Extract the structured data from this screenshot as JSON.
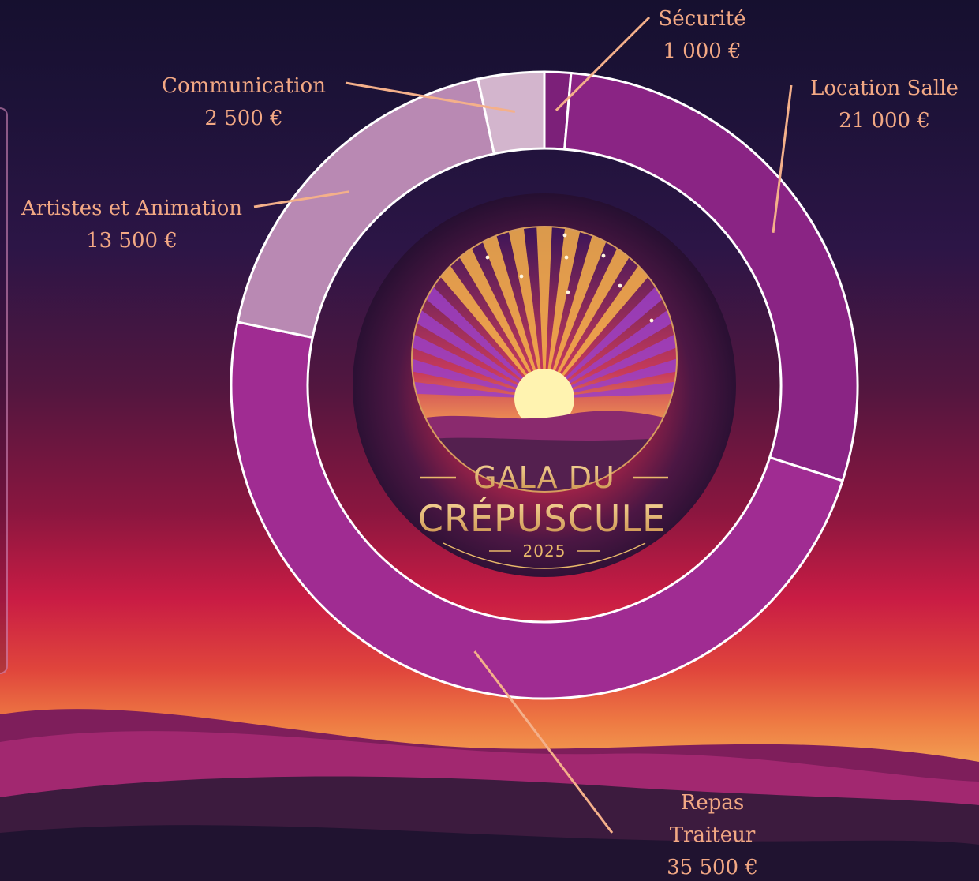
{
  "chart_data": {
    "type": "pie",
    "currency": "€",
    "categories": [
      "Location Salle",
      "Repas Traiteur",
      "Artistes et Animation",
      "Communication",
      "Sécurité"
    ],
    "values": [
      21000,
      35500,
      13500,
      2500,
      1000
    ],
    "value_labels": [
      "21 000 €",
      "35 500 €",
      "13 500 €",
      "2 500 €",
      "1 000 €"
    ],
    "label_lines": [
      [
        "Location Salle"
      ],
      [
        "Repas",
        "Traiteur"
      ],
      [
        "Artistes et Animation"
      ],
      [
        "Communication"
      ],
      [
        "Sécurité"
      ]
    ],
    "colors": [
      "#8a2484",
      "#a02c92",
      "#b989b3",
      "#d3b5cd",
      "#7c2079"
    ],
    "start_category": "Sécurité",
    "direction": "clockwise",
    "donut": true,
    "legend": "none"
  },
  "center_logo": {
    "title_line1": "GALA DU",
    "title_line2": "CRÉPUSCULE",
    "year": "2025",
    "colors": {
      "gold": "#e8b86a",
      "sun": "#fff0a8",
      "ray_warm": "#f7b24a",
      "ray_cool": "#9b3fc4"
    }
  },
  "ui": {
    "label_color": "#f2a884",
    "leader_color": "#f4b08a"
  }
}
